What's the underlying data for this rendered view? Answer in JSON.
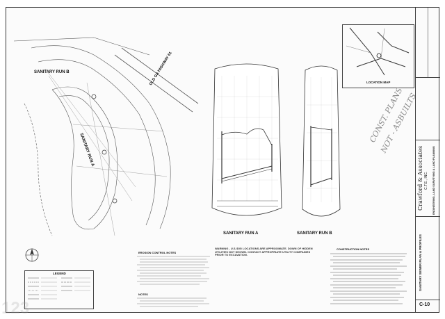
{
  "plan": {
    "sanitary_run_b": "SANITARY RUN B",
    "sanitary_run_a": "SANITARY RUN A",
    "highway": "OLD GA HIGHWAY 61",
    "erosion_notes_title": "EROSION CONTROL NOTES",
    "notes_title": "NOTES",
    "legend_title": "LEGEND"
  },
  "profiles": {
    "profile_a_label": "SANITARY RUN A",
    "profile_b_label": "SANITARY RUN B"
  },
  "warning": "WARNING - U.S./DIG LOCATIONS ARE APPROXIMATE. DOWN OF HIDDEN UTILITIES NOT SHOWN. CONTACT APPROPRIATE UTILITY COMPANIES PRIOR TO EXCAVATION.",
  "construction_notes_title": "CONSTRUCTION NOTES",
  "location_map_title": "LOCATION MAP",
  "handwritten": [
    "CONST. PLANS",
    "NOT - ASBUILTS"
  ],
  "title_block": {
    "firm": "Crawford & Associates",
    "firm_sub": "C.T.E., INC.",
    "discipline": "ENGINEERING, LAND SURVEYING & LAND PLANNING",
    "sheet_title": "SANITARY SEWER PLAN & PROFILES",
    "sheet_number": "C-10"
  },
  "watermark": "123"
}
